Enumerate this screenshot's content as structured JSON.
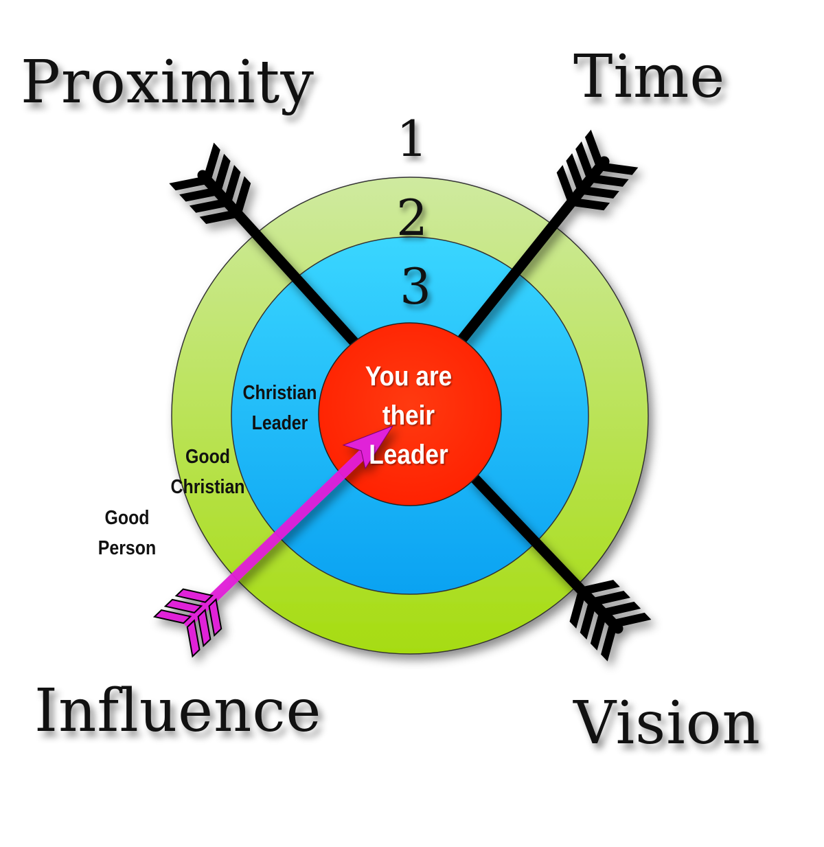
{
  "labels": {
    "top_left": "Proximity",
    "top_right": "Time",
    "bottom_left": "Influence",
    "bottom_right": "Vision"
  },
  "ring_numbers": [
    "1",
    "2",
    "3"
  ],
  "levels": {
    "outer_line1": "Good",
    "outer_line2": "Person",
    "middle_line1": "Good",
    "middle_line2": "Christian",
    "inner_line1": "Christian",
    "inner_line2": "Leader"
  },
  "center": {
    "line1": "You are",
    "line2": "their",
    "line3": "Leader"
  },
  "colors": {
    "outer_ring": "#b5e06a",
    "middle_ring": "#22c4f5",
    "bullseye": "#ff2a00",
    "arrow_black": "#000000",
    "arrow_magenta": "#e020d8"
  }
}
